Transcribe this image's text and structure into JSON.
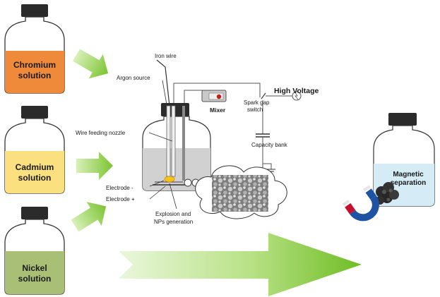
{
  "bottles": [
    {
      "line1": "Chromium",
      "line2": "solution"
    },
    {
      "line1": "Cadmium",
      "line2": "solution"
    },
    {
      "line1": "Nickel",
      "line2": "solution"
    }
  ],
  "apparatus": {
    "iron_wire": "Iron wire",
    "argon_source": "Argon source",
    "mixer": "Mixer",
    "high_voltage": "High Voltage",
    "spark_gap_line1": "Spark gap",
    "spark_gap_line2": "switch",
    "capacity_bank": "Capacity bank",
    "wire_feeding_nozzle": "Wire feeding nozzle",
    "electrode_minus": "Electrode -",
    "electrode_plus": "Electrode +",
    "explosion_line1": "Explosion and",
    "explosion_line2": "NPs generation"
  },
  "separation": {
    "line1": "Magnetic",
    "line2": "separation"
  },
  "colors": {
    "chromium": "#ef8a3a",
    "cadmium": "#fbe07f",
    "nickel": "#a9bf76",
    "separation_liquid": "#d5ecf7",
    "arrow_green": "#8ccf3f",
    "cap": "#2b2b2b"
  }
}
